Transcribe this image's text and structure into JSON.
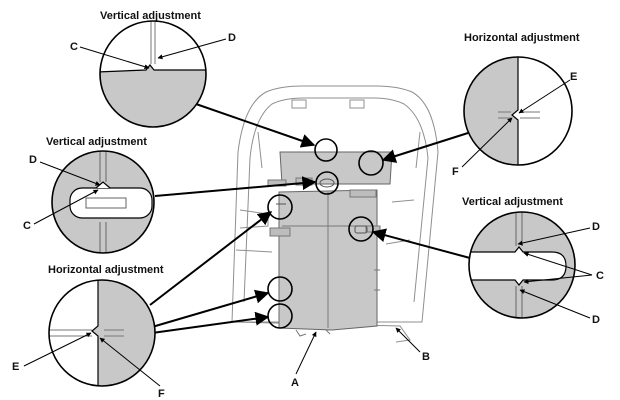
{
  "titles": {
    "top_left": "Vertical adjustment",
    "mid_left": "Vertical adjustment",
    "bottom_left": "Horizontal adjustment",
    "top_right": "Horizontal adjustment",
    "mid_right": "Vertical adjustment"
  },
  "callouts": {
    "a": "A",
    "b": "B",
    "c": "C",
    "d": "D",
    "e": "E",
    "f": "F"
  },
  "colors": {
    "panel_fill": "#c8c8c8",
    "line": "#000000",
    "seat_outline": "#9a9a9a"
  }
}
